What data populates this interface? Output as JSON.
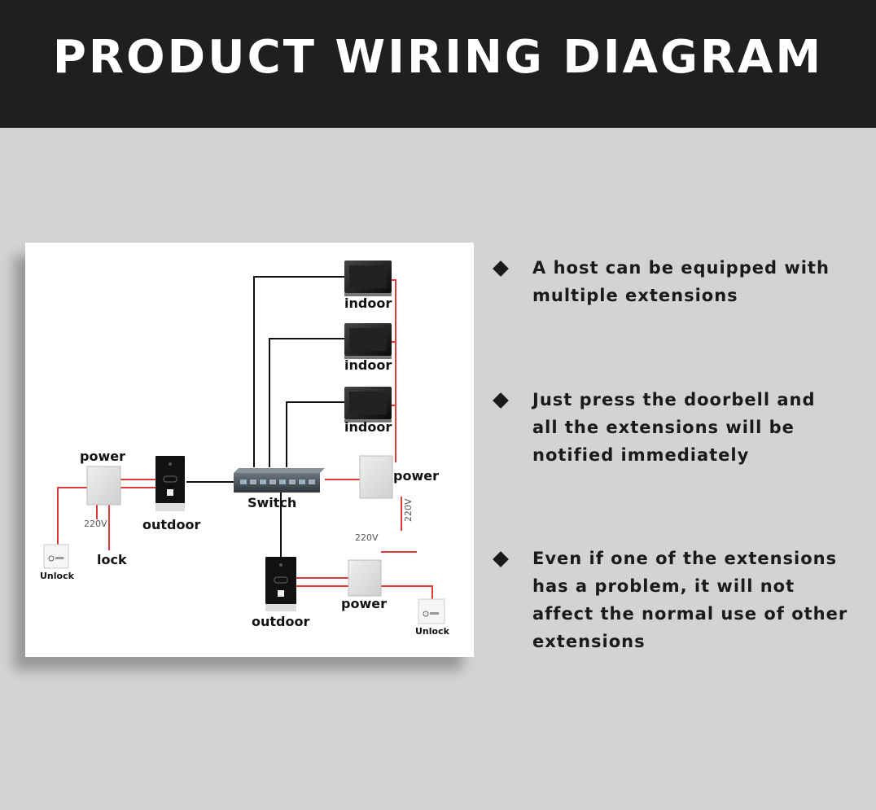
{
  "header": {
    "title": "PRODUCT WIRING DIAGRAM"
  },
  "diagram": {
    "labels": {
      "indoor_1": "indoor",
      "indoor_2": "indoor",
      "indoor_3": "indoor",
      "power_left": "power",
      "outdoor_left": "outdoor",
      "v220_left": "220V",
      "lock": "lock",
      "unlock_left": "Unlock",
      "switch": "Switch",
      "power_right": "power",
      "v220_right": "220V",
      "v220_bottom": "220V",
      "outdoor_bottom": "outdoor",
      "power_bottom": "power",
      "unlock_bottom": "Unlock"
    },
    "colors": {
      "wire_red": "#e03a3a",
      "wire_black": "#111111"
    }
  },
  "features": [
    {
      "text": "A host can be equipped with\nmultiple extensions"
    },
    {
      "text": "Just press the doorbell and\nall the extensions will be\nnotified immediately"
    },
    {
      "text": "Even if one of the extensions\nhas a problem, it will not\naffect the normal use of other\nextensions"
    }
  ]
}
